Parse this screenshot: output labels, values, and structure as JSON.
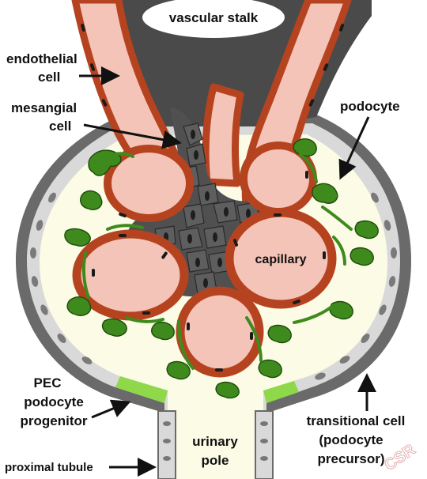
{
  "labels": {
    "vascular_stalk": "vascular stalk",
    "endothelial_1": "endothelial",
    "endothelial_2": "cell",
    "mesangial_1": "mesangial",
    "mesangial_2": "cell",
    "podocyte": "podocyte",
    "capillary": "capillary",
    "pec_1": "PEC",
    "pec_2": "podocyte",
    "pec_3": "progenitor",
    "urinary_1": "urinary",
    "urinary_2": "pole",
    "transitional_1": "transitional cell",
    "transitional_2": "(podocyte",
    "transitional_3": "precursor)",
    "proximal_tubule": "proximal tubule"
  },
  "colors": {
    "capsule_gray": "#6a6a6a",
    "bowman_space": "#fbfbe6",
    "capillary_pink": "#f5c4b8",
    "endothelial_brown": "#b5431f",
    "mesangium_dark": "#505050",
    "podocyte_green": "#3e8a1c",
    "progenitor_green": "#8ed84a",
    "epithelial_light": "#dcdcdc"
  },
  "watermark": "CSR"
}
